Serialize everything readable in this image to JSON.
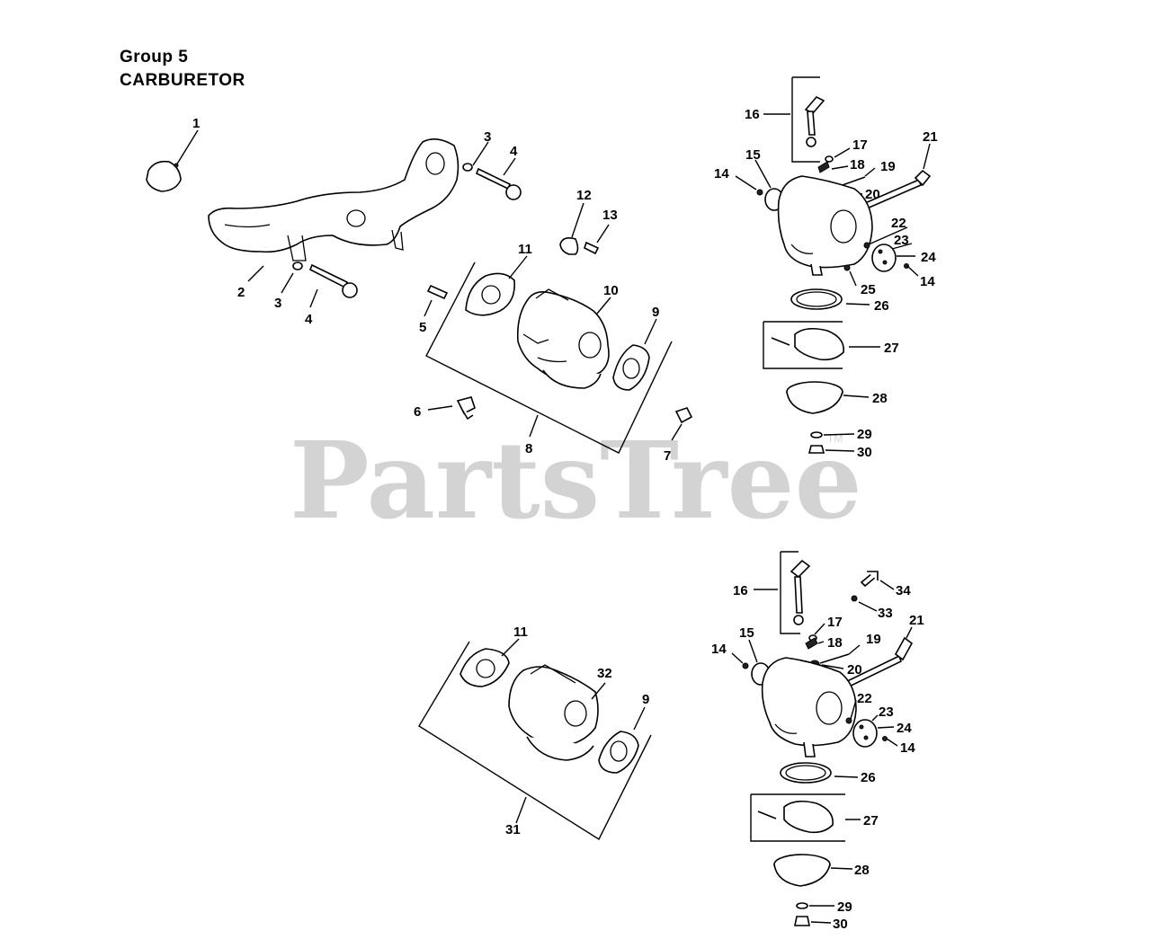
{
  "header": {
    "group": "Group 5",
    "title": "CARBURETOR"
  },
  "watermark": {
    "text": "PartsTree",
    "mark": "TM"
  },
  "callouts": {
    "c1": "1",
    "c2": "2",
    "c3a": "3",
    "c3b": "3",
    "c4a": "4",
    "c4b": "4",
    "c5": "5",
    "c6": "6",
    "c7": "7",
    "c8": "8",
    "c9a": "9",
    "c10": "10",
    "c11a": "11",
    "c12": "12",
    "c13": "13",
    "c14a": "14",
    "c14b": "14",
    "c15a": "15",
    "c16a": "16",
    "c17a": "17",
    "c18a": "18",
    "c19a": "19",
    "c20a": "20",
    "c21a": "21",
    "c22a": "22",
    "c23a": "23",
    "c24a": "24",
    "c25": "25",
    "c26a": "26",
    "c27a": "27",
    "c28a": "28",
    "c29a": "29",
    "c30a": "30",
    "c11b": "11",
    "c32": "32",
    "c9b": "9",
    "c31": "31",
    "c16b": "16",
    "c34": "34",
    "c33": "33",
    "c17b": "17",
    "c18b": "18",
    "c19b": "19",
    "c21b": "21",
    "c15b": "15",
    "c14c": "14",
    "c20b": "20",
    "c22b": "22",
    "c23b": "23",
    "c24b": "24",
    "c14d": "14",
    "c26b": "26",
    "c27b": "27",
    "c28b": "28",
    "c29b": "29",
    "c30b": "30"
  }
}
